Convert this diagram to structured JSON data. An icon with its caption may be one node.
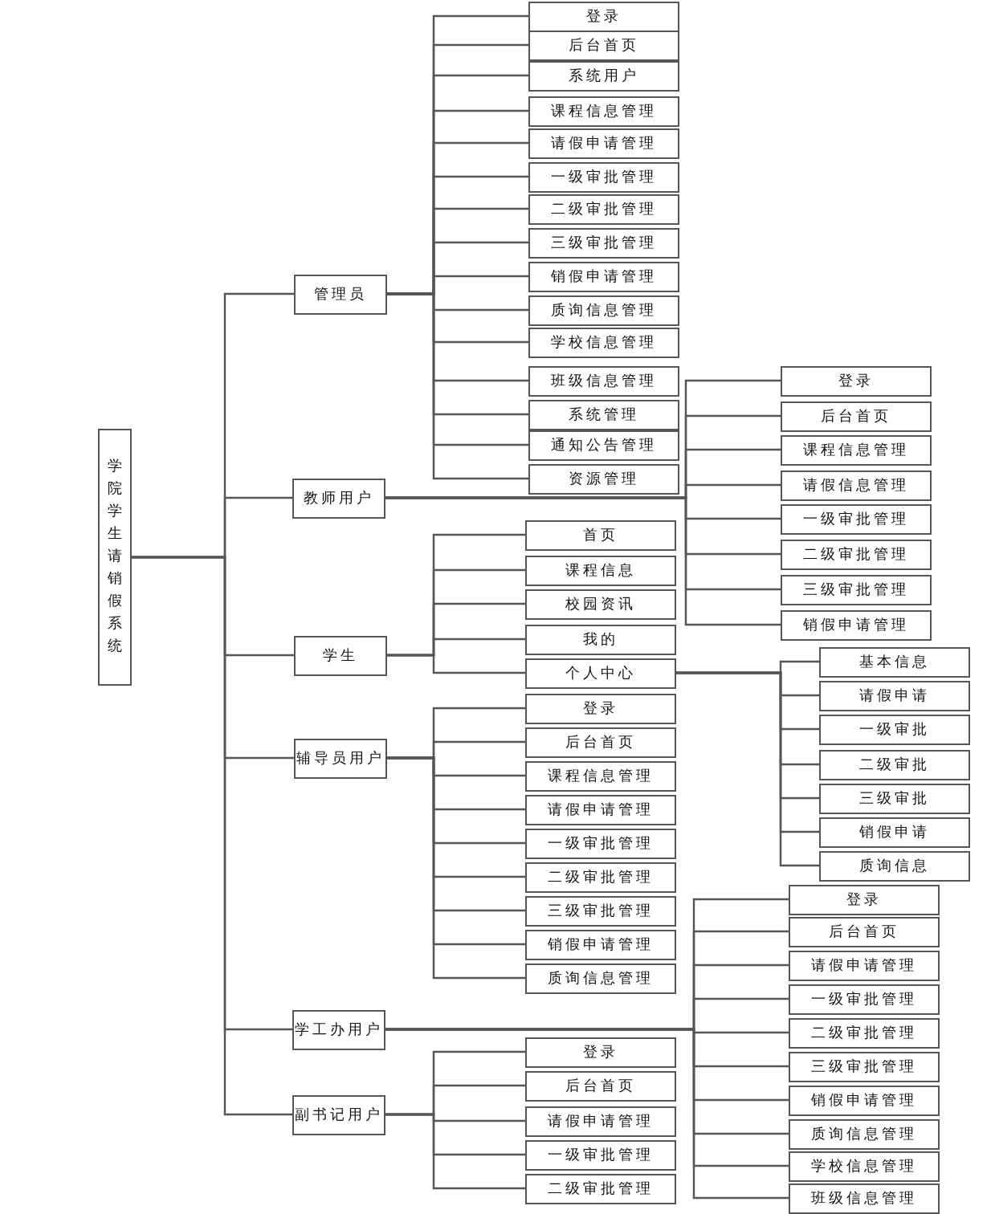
{
  "diagram": {
    "nodes": [
      {
        "text": [
          "学院学生请销假系统"
        ]
      },
      {
        "text": [
          "管理员"
        ]
      },
      {
        "text": [
          "登录"
        ]
      },
      {
        "text": [
          "后台首页"
        ]
      },
      {
        "text": [
          "系统用户"
        ]
      },
      {
        "text": [
          "课程信息管理"
        ]
      },
      {
        "text": [
          "请假申请管理"
        ]
      },
      {
        "text": [
          "一级审批管理"
        ]
      },
      {
        "text": [
          "二级审批管理"
        ]
      },
      {
        "text": [
          "三级审批管理"
        ]
      },
      {
        "text": [
          "销假申请管理"
        ]
      },
      {
        "text": [
          "质询信息管理"
        ]
      },
      {
        "text": [
          "学校信息管理"
        ]
      },
      {
        "text": [
          "班级信息管理"
        ]
      },
      {
        "text": [
          "系统管理"
        ]
      },
      {
        "text": [
          "通知公告管理"
        ]
      },
      {
        "text": [
          "资源管理"
        ]
      },
      {
        "text": [
          "教师用户"
        ]
      },
      {
        "text": [
          "登录"
        ]
      },
      {
        "text": [
          "后台首页"
        ]
      },
      {
        "text": [
          "课程信息管理"
        ]
      },
      {
        "text": [
          "请假信息管理"
        ]
      },
      {
        "text": [
          "一级审批管理"
        ]
      },
      {
        "text": [
          "二级审批管理"
        ]
      },
      {
        "text": [
          "三级审批管理"
        ]
      },
      {
        "text": [
          "销假申请管理"
        ]
      },
      {
        "text": [
          "学生"
        ]
      },
      {
        "text": [
          "首页"
        ]
      },
      {
        "text": [
          "课程信息"
        ]
      },
      {
        "text": [
          "校园资讯"
        ]
      },
      {
        "text": [
          "我的"
        ]
      },
      {
        "text": [
          "个人中心"
        ]
      },
      {
        "text": [
          "基本信息"
        ]
      },
      {
        "text": [
          "请假申请"
        ]
      },
      {
        "text": [
          "一级审批"
        ]
      },
      {
        "text": [
          "二级审批"
        ]
      },
      {
        "text": [
          "三级审批"
        ]
      },
      {
        "text": [
          "销假申请"
        ]
      },
      {
        "text": [
          "质询信息"
        ]
      },
      {
        "text": [
          "辅导员用户"
        ]
      },
      {
        "text": [
          "登录"
        ]
      },
      {
        "text": [
          "后台首页"
        ]
      },
      {
        "text": [
          "课程信息管理"
        ]
      },
      {
        "text": [
          "请假申请管理"
        ]
      },
      {
        "text": [
          "一级审批管理"
        ]
      },
      {
        "text": [
          "二级审批管理"
        ]
      },
      {
        "text": [
          "三级审批管理"
        ]
      },
      {
        "text": [
          "销假申请管理"
        ]
      },
      {
        "text": [
          "质询信息管理"
        ]
      },
      {
        "text": [
          "学工办用户"
        ]
      },
      {
        "text": [
          "登录"
        ]
      },
      {
        "text": [
          "后台首页"
        ]
      },
      {
        "text": [
          "请假申请管理"
        ]
      },
      {
        "text": [
          "一级审批管理"
        ]
      },
      {
        "text": [
          "二级审批管理"
        ]
      },
      {
        "text": [
          "三级审批管理"
        ]
      },
      {
        "text": [
          "销假申请管理"
        ]
      },
      {
        "text": [
          "质询信息管理"
        ]
      },
      {
        "text": [
          "学校信息管理"
        ]
      },
      {
        "text": [
          "班级信息管理"
        ]
      },
      {
        "text": [
          "副书记用户"
        ]
      },
      {
        "text": [
          "登录"
        ]
      },
      {
        "text": [
          "后台首页"
        ]
      },
      {
        "text": [
          "请假申请管理"
        ]
      },
      {
        "text": [
          "一级审批管理"
        ]
      },
      {
        "text": [
          "二级审批管理"
        ]
      }
    ],
    "edges": [
      {
        "from": 0,
        "to": 1,
        "arrow": "none"
      },
      {
        "from": 0,
        "to": 17,
        "arrow": "none"
      },
      {
        "from": 0,
        "to": 26,
        "arrow": "none"
      },
      {
        "from": 0,
        "to": 39,
        "arrow": "none"
      },
      {
        "from": 0,
        "to": 49,
        "arrow": "none"
      },
      {
        "from": 0,
        "to": 60,
        "arrow": "none"
      },
      {
        "from": 1,
        "to": 2,
        "arrow": "none"
      },
      {
        "from": 1,
        "to": 3,
        "arrow": "none"
      },
      {
        "from": 1,
        "to": 4,
        "arrow": "none"
      },
      {
        "from": 1,
        "to": 5,
        "arrow": "none"
      },
      {
        "from": 1,
        "to": 6,
        "arrow": "none"
      },
      {
        "from": 1,
        "to": 7,
        "arrow": "none"
      },
      {
        "from": 1,
        "to": 8,
        "arrow": "none"
      },
      {
        "from": 1,
        "to": 9,
        "arrow": "none"
      },
      {
        "from": 1,
        "to": 10,
        "arrow": "none"
      },
      {
        "from": 1,
        "to": 11,
        "arrow": "none"
      },
      {
        "from": 1,
        "to": 12,
        "arrow": "none"
      },
      {
        "from": 1,
        "to": 13,
        "arrow": "none"
      },
      {
        "from": 1,
        "to": 14,
        "arrow": "none"
      },
      {
        "from": 1,
        "to": 15,
        "arrow": "none"
      },
      {
        "from": 1,
        "to": 16,
        "arrow": "none"
      },
      {
        "from": 17,
        "to": 18,
        "arrow": "none"
      },
      {
        "from": 17,
        "to": 19,
        "arrow": "none"
      },
      {
        "from": 17,
        "to": 20,
        "arrow": "none"
      },
      {
        "from": 17,
        "to": 21,
        "arrow": "none"
      },
      {
        "from": 17,
        "to": 22,
        "arrow": "none"
      },
      {
        "from": 17,
        "to": 23,
        "arrow": "none"
      },
      {
        "from": 17,
        "to": 24,
        "arrow": "none"
      },
      {
        "from": 17,
        "to": 25,
        "arrow": "none"
      },
      {
        "from": 26,
        "to": 27,
        "arrow": "none"
      },
      {
        "from": 26,
        "to": 28,
        "arrow": "none"
      },
      {
        "from": 26,
        "to": 29,
        "arrow": "none"
      },
      {
        "from": 26,
        "to": 30,
        "arrow": "none"
      },
      {
        "from": 26,
        "to": 31,
        "arrow": "none"
      },
      {
        "from": 31,
        "to": 32,
        "arrow": "none"
      },
      {
        "from": 31,
        "to": 33,
        "arrow": "none"
      },
      {
        "from": 31,
        "to": 34,
        "arrow": "none"
      },
      {
        "from": 31,
        "to": 35,
        "arrow": "none"
      },
      {
        "from": 31,
        "to": 36,
        "arrow": "none"
      },
      {
        "from": 31,
        "to": 37,
        "arrow": "none"
      },
      {
        "from": 31,
        "to": 38,
        "arrow": "none"
      },
      {
        "from": 39,
        "to": 40,
        "arrow": "none"
      },
      {
        "from": 39,
        "to": 41,
        "arrow": "none"
      },
      {
        "from": 39,
        "to": 42,
        "arrow": "none"
      },
      {
        "from": 39,
        "to": 43,
        "arrow": "none"
      },
      {
        "from": 39,
        "to": 44,
        "arrow": "none"
      },
      {
        "from": 39,
        "to": 45,
        "arrow": "none"
      },
      {
        "from": 39,
        "to": 46,
        "arrow": "none"
      },
      {
        "from": 39,
        "to": 47,
        "arrow": "none"
      },
      {
        "from": 39,
        "to": 48,
        "arrow": "none"
      },
      {
        "from": 49,
        "to": 50,
        "arrow": "none"
      },
      {
        "from": 49,
        "to": 51,
        "arrow": "none"
      },
      {
        "from": 49,
        "to": 52,
        "arrow": "none"
      },
      {
        "from": 49,
        "to": 53,
        "arrow": "none"
      },
      {
        "from": 49,
        "to": 54,
        "arrow": "none"
      },
      {
        "from": 49,
        "to": 55,
        "arrow": "none"
      },
      {
        "from": 49,
        "to": 56,
        "arrow": "none"
      },
      {
        "from": 49,
        "to": 57,
        "arrow": "none"
      },
      {
        "from": 49,
        "to": 58,
        "arrow": "none"
      },
      {
        "from": 49,
        "to": 59,
        "arrow": "none"
      },
      {
        "from": 60,
        "to": 61,
        "arrow": "none"
      },
      {
        "from": 60,
        "to": 62,
        "arrow": "none"
      },
      {
        "from": 60,
        "to": 63,
        "arrow": "none"
      },
      {
        "from": 60,
        "to": 64,
        "arrow": "none"
      },
      {
        "from": 60,
        "to": 65,
        "arrow": "none"
      }
    ]
  }
}
